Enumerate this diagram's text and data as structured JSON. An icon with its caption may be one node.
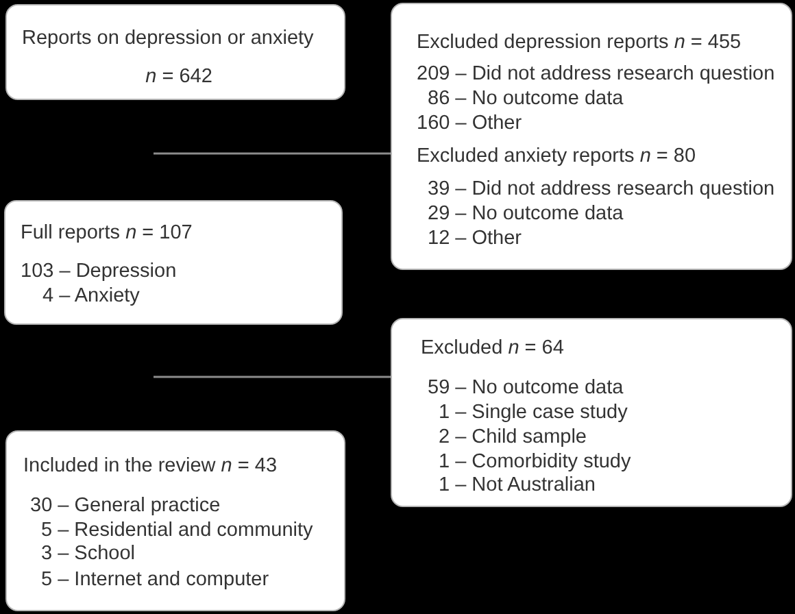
{
  "diagram": {
    "nodes": [
      {
        "text": [
          "Reports on depression or anxiety",
          "*n* = 642"
        ]
      },
      {
        "text": [
          "Excluded depression reports *n* = 455",
          "209 – Did not address research question",
          "86 – No outcome data",
          "160 – Other",
          "Excluded anxiety reports *n* = 80",
          "39 – Did not address research question",
          "29 – No outcome data",
          "12 – Other"
        ]
      },
      {
        "text": [
          "Full reports *n* = 107",
          "103 – Depression",
          "4 – Anxiety"
        ]
      },
      {
        "text": [
          "Excluded *n* = 64",
          "59 – No outcome data",
          "1 – Single case study",
          "2 – Child sample",
          "1 – Comorbidity study",
          "1 – Not Australian"
        ]
      },
      {
        "text": [
          "Included in the review *n* = 43",
          "30 – General practice",
          "5 – Residential and community",
          "3 – School",
          "5 – Internet and computer"
        ]
      }
    ],
    "edges": [
      {
        "from": null,
        "to": 1,
        "arrow": "none"
      },
      {
        "from": null,
        "to": 3,
        "arrow": "none"
      }
    ]
  }
}
